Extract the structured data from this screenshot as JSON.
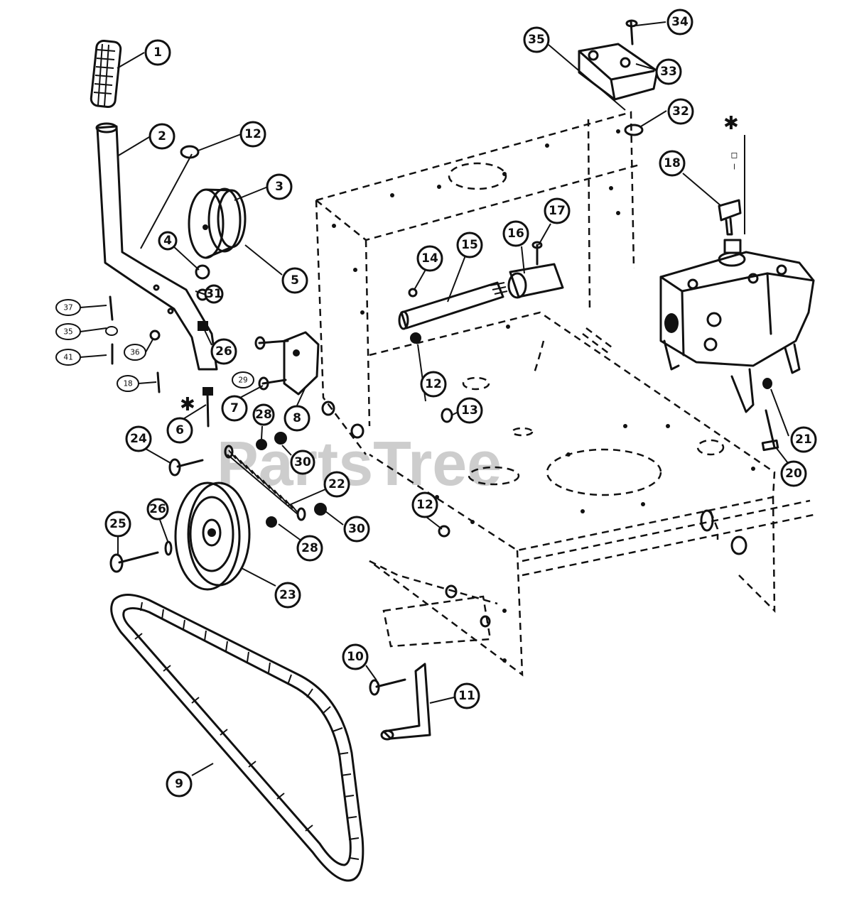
{
  "watermark": "PartsTree",
  "callouts": [
    "1",
    "2",
    "12",
    "3",
    "4",
    "31",
    "5",
    "26",
    "7",
    "8",
    "6",
    "28",
    "30",
    "24",
    "22",
    "25",
    "26",
    "28",
    "30",
    "23",
    "9",
    "10",
    "11",
    "12",
    "13",
    "14",
    "15",
    "16",
    "17",
    "12",
    "18",
    "21",
    "20",
    "32",
    "33",
    "34",
    "35"
  ],
  "mini_labels": [
    "37",
    "35",
    "41",
    "36",
    "18",
    "29"
  ],
  "markers": {
    "asterisk": "✱",
    "vertical_note": "□ —"
  }
}
